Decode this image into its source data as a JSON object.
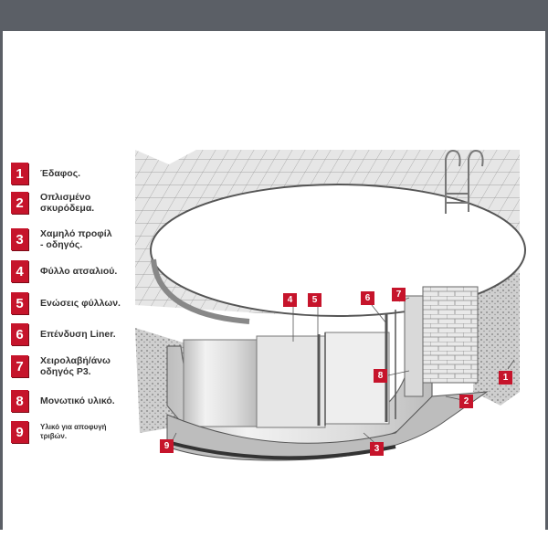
{
  "legend": [
    {
      "num": "1",
      "label": "Έδαφος."
    },
    {
      "num": "2",
      "label": "Οπλισμένο\nσκυρόδεμα."
    },
    {
      "num": "3",
      "label": "Χαμηλό προφίλ\n- οδηγός."
    },
    {
      "num": "4",
      "label": "Φύλλο ατσαλιού."
    },
    {
      "num": "5",
      "label": "Ενώσεις φύλλων."
    },
    {
      "num": "6",
      "label": "Επένδυση Liner."
    },
    {
      "num": "7",
      "label": "Χειρολαβή/άνω\nοδηγός P3."
    },
    {
      "num": "8",
      "label": "Μονωτικό υλικό."
    },
    {
      "num": "9",
      "label": "Υλικό για αποφυγή\nτριβών."
    }
  ],
  "callouts": [
    "4",
    "5",
    "6",
    "7",
    "8",
    "1",
    "2",
    "9",
    "3"
  ],
  "colors": {
    "badge": "#c6142b",
    "frame": "#5b5f66"
  }
}
